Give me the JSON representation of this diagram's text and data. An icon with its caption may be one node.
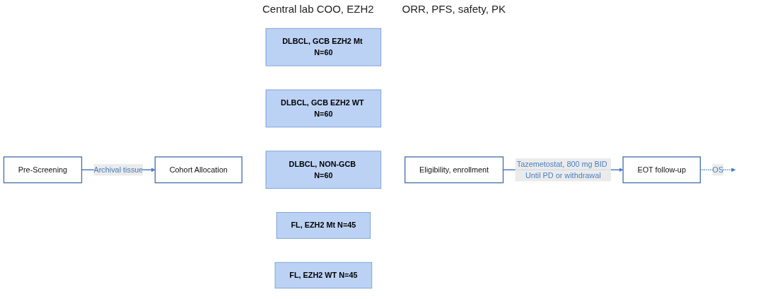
{
  "diagram": {
    "nodes": [
      {
        "text": [
          "Pre-Screening"
        ]
      },
      {
        "text": [
          "Cohort Allocation"
        ]
      },
      {
        "text": [
          "DLBCL, GCB EZH2 Mt N=60"
        ]
      },
      {
        "text": [
          "DLBCL, GCB EZH2 WT N=60"
        ]
      },
      {
        "text": [
          "DLBCL, NON-GCB N=60"
        ]
      },
      {
        "text": [
          "FL, EZH2 Mt N=45"
        ]
      },
      {
        "text": [
          "FL, EZH2 WT N=45"
        ]
      },
      {
        "text": [
          "Eligibility, enrollment"
        ]
      },
      {
        "text": [
          "EOT follow-up"
        ]
      }
    ],
    "edges": [
      {
        "from": 0,
        "to": 1,
        "arrow": "to",
        "label": "Archival tissue"
      },
      {
        "from": 7,
        "to": 8,
        "arrow": "to",
        "label": "Tazemetostat, 800 mg BID Until PD or withdrawal"
      },
      {
        "from": 8,
        "to": null,
        "arrow": "to",
        "label": "OS",
        "style": "dashed"
      }
    ],
    "labels": [
      "Central lab COO, EZH2",
      "ORR, PFS, safety, PK"
    ]
  }
}
